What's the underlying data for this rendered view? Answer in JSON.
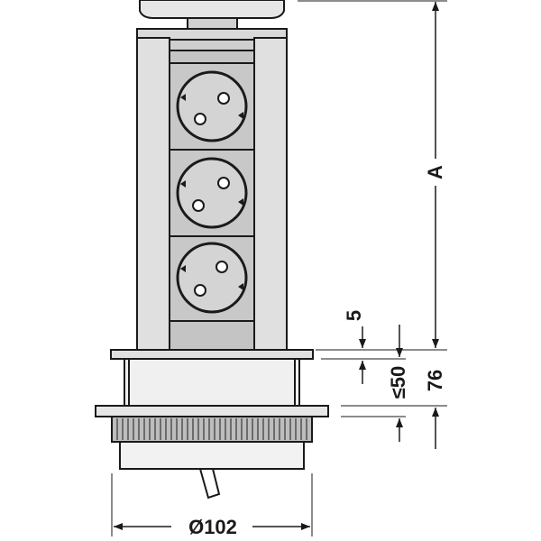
{
  "dimensions": {
    "height_label": "A",
    "gap_label": "5",
    "worktop_label": "≤50",
    "depth_label": "76",
    "diameter_label": "Ø102"
  },
  "colors": {
    "stroke": "#1a1a1a",
    "housing_fill": "#d9d9d9",
    "socket_fill": "#c8c8c8",
    "background": "#ffffff"
  }
}
